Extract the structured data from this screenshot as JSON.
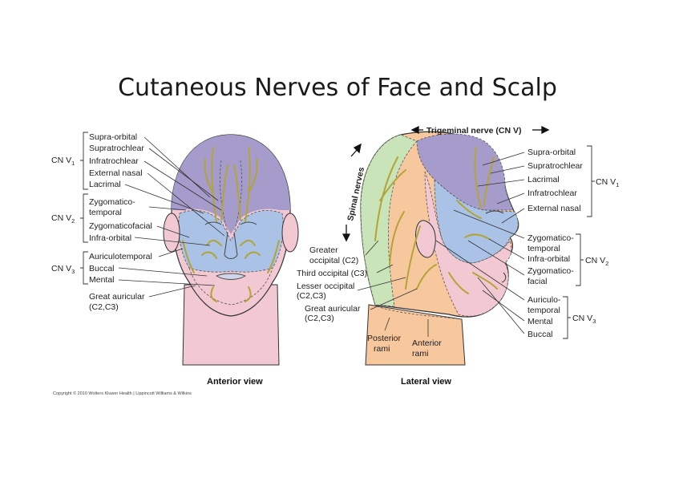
{
  "title": "Cutaneous Nerves of Face and Scalp",
  "colors": {
    "v1": "#a59ccb",
    "v2": "#a9c2e6",
    "v3": "#f2c9d3",
    "cervical_green": "#c9e4b8",
    "cervical_orange": "#f7c79e",
    "nerve": "#b3a437",
    "leader": "#333333"
  },
  "anterior": {
    "groups": {
      "v1": "CN V",
      "v1_sub": "1",
      "v2": "CN V",
      "v2_sub": "2",
      "v3": "CN V",
      "v3_sub": "3"
    },
    "labels": {
      "supra_orbital": "Supra-orbital",
      "supratrochlear": "Supratrochlear",
      "infratrochlear": "Infratrochlear",
      "external_nasal": "External nasal",
      "lacrimal": "Lacrimal",
      "zygomaticotemporal_1": "Zygomatico-",
      "zygomaticotemporal_2": "temporal",
      "zygomaticofacial": "Zygomaticofacial",
      "infra_orbital": "Infra-orbital",
      "auriculotemporal": "Auriculotemporal",
      "buccal": "Buccal",
      "mental": "Mental",
      "great_auricular_1": "Great auricular",
      "great_auricular_2": "(C2,C3)"
    },
    "view_label": "Anterior view"
  },
  "lateral": {
    "trigeminal": "Trigeminal nerve (CN V)",
    "spinal": "Spinal nerves",
    "groups": {
      "v1": "CN V",
      "v1_sub": "1",
      "v2": "CN V",
      "v2_sub": "2",
      "v3": "CN V",
      "v3_sub": "3"
    },
    "labels": {
      "supra_orbital": "Supra-orbital",
      "supratrochlear": "Supratrochlear",
      "lacrimal": "Lacrimal",
      "infratrochlear": "Infratrochlear",
      "external_nasal": "External nasal",
      "zygomaticotemporal_1": "Zygomatico-",
      "zygomaticotemporal_2": "temporal",
      "infra_orbital": "Infra-orbital",
      "zygomaticofacial_1": "Zygomatico-",
      "zygomaticofacial_2": "facial",
      "auriculotemporal_1": "Auriculo-",
      "auriculotemporal_2": "temporal",
      "mental": "Mental",
      "buccal": "Buccal",
      "greater_occipital_1": "Greater",
      "greater_occipital_2": "occipital (C2)",
      "third_occipital": "Third occipital (C3)",
      "lesser_occipital_1": "Lesser occipital",
      "lesser_occipital_2": "(C2,C3)",
      "great_auricular_1": "Great auricular",
      "great_auricular_2": "(C2,C3)",
      "posterior_rami_1": "Posterior",
      "posterior_rami_2": "rami",
      "anterior_rami_1": "Anterior",
      "anterior_rami_2": "rami"
    },
    "view_label": "Lateral view"
  },
  "copyright": "Copyright © 2010 Wolters Kluwer Health | Lippincott Williams & Wilkins"
}
